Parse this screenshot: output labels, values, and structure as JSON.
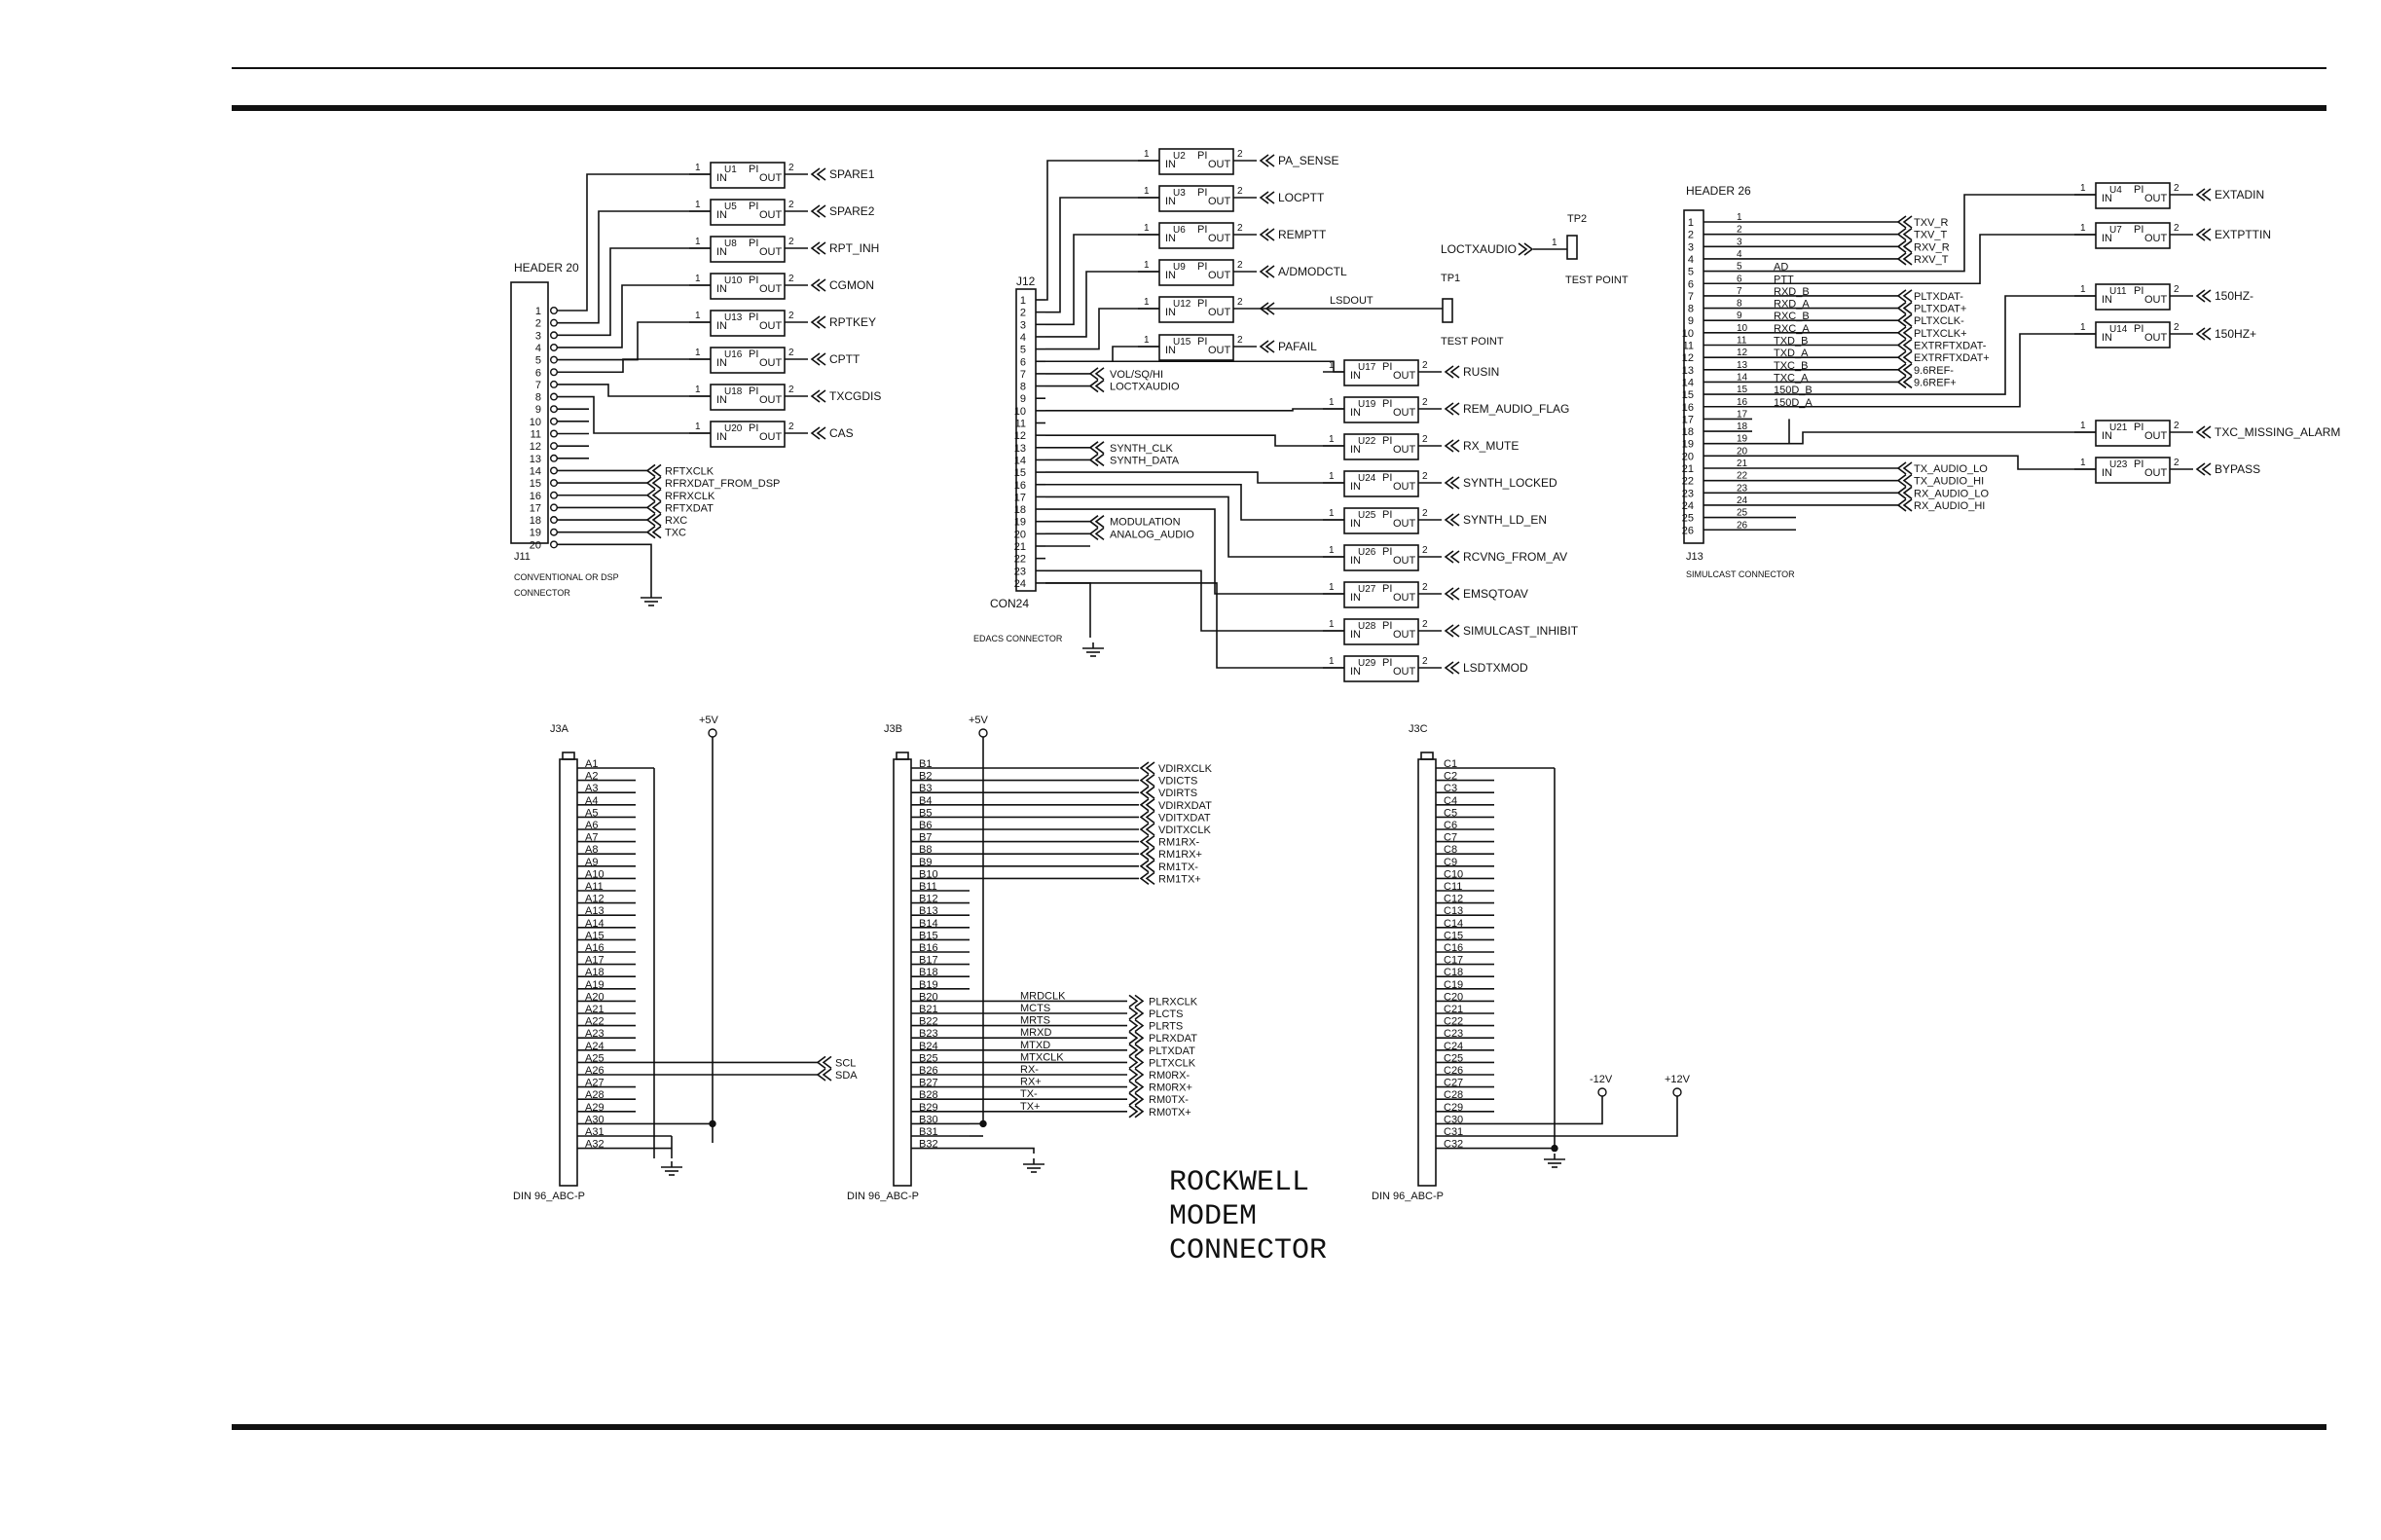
{
  "connectors": {
    "j11": {
      "header": "HEADER 20",
      "ref": "J11",
      "caption1": "CONVENTIONAL OR DSP",
      "caption2": "CONNECTOR",
      "pins": [
        "1",
        "2",
        "3",
        "4",
        "5",
        "6",
        "7",
        "8",
        "9",
        "10",
        "11",
        "12",
        "13",
        "14",
        "15",
        "16",
        "17",
        "18",
        "19",
        "20"
      ],
      "buffers": [
        {
          "ref": "U1",
          "signal": "SPARE1"
        },
        {
          "ref": "U5",
          "signal": "SPARE2"
        },
        {
          "ref": "U8",
          "signal": "RPT_INH"
        },
        {
          "ref": "U10",
          "signal": "CGMON"
        },
        {
          "ref": "U13",
          "signal": "RPTKEY"
        },
        {
          "ref": "U16",
          "signal": "CPTT"
        },
        {
          "ref": "U18",
          "signal": "TXCGDIS"
        },
        {
          "ref": "U20",
          "signal": "CAS"
        }
      ],
      "direct": [
        "RFTXCLK",
        "RFRXDAT_FROM_DSP",
        "RFRXCLK",
        "RFTXDAT",
        "RXC",
        "TXC"
      ]
    },
    "j12": {
      "header": "J12",
      "ref": "CON24",
      "caption": "EDACS CONNECTOR",
      "pins": [
        "1",
        "2",
        "3",
        "4",
        "5",
        "6",
        "7",
        "8",
        "9",
        "10",
        "11",
        "12",
        "13",
        "14",
        "15",
        "16",
        "17",
        "18",
        "19",
        "20",
        "21",
        "22",
        "23",
        "24"
      ],
      "top_buffers": [
        {
          "ref": "U2",
          "signal": "PA_SENSE"
        },
        {
          "ref": "U3",
          "signal": "LOCPTT"
        },
        {
          "ref": "U6",
          "signal": "REMPTT"
        },
        {
          "ref": "U9",
          "signal": "A/DMODCTL"
        },
        {
          "ref": "U12",
          "signal": "LSDOUT"
        },
        {
          "ref": "U15",
          "signal": "PAFAIL"
        }
      ],
      "right_buffers": [
        {
          "ref": "U17",
          "signal": "RUSIN"
        },
        {
          "ref": "U19",
          "signal": "REM_AUDIO_FLAG"
        },
        {
          "ref": "U22",
          "signal": "RX_MUTE"
        },
        {
          "ref": "U24",
          "signal": "SYNTH_LOCKED"
        },
        {
          "ref": "U25",
          "signal": "SYNTH_LD_EN"
        },
        {
          "ref": "U26",
          "signal": "RCVNG_FROM_AV"
        },
        {
          "ref": "U27",
          "signal": "EMSQTOAV"
        },
        {
          "ref": "U28",
          "signal": "SIMULCAST_INHIBIT"
        },
        {
          "ref": "U29",
          "signal": "LSDTXMOD"
        }
      ],
      "direct": [
        {
          "pin": "7",
          "signal": "VOL/SQ/HI"
        },
        {
          "pin": "8",
          "signal": "LOCTXAUDIO"
        },
        {
          "pin": "13",
          "signal": "SYNTH_CLK"
        },
        {
          "pin": "14",
          "signal": "SYNTH_DATA"
        },
        {
          "pin": "19",
          "signal": "MODULATION"
        },
        {
          "pin": "20",
          "signal": "ANALOG_AUDIO"
        }
      ],
      "lsdout_label": "LSDOUT",
      "tp1": "TP1",
      "tp2": "TP2",
      "tp_caption": "TEST POINT",
      "tp2_signal": "LOCTXAUDIO"
    },
    "j13": {
      "header": "HEADER 26",
      "ref": "J13",
      "caption": "SIMULCAST CONNECTOR",
      "pins": [
        "1",
        "2",
        "3",
        "4",
        "5",
        "6",
        "7",
        "8",
        "9",
        "10",
        "11",
        "12",
        "13",
        "14",
        "15",
        "16",
        "17",
        "18",
        "19",
        "20",
        "21",
        "22",
        "23",
        "24",
        "25",
        "26"
      ],
      "pin_labels": [
        "",
        "",
        "",
        "",
        "AD",
        "PTT",
        "RXD_B",
        "RXD_A",
        "RXC_B",
        "RXC_A",
        "TXD_B",
        "TXD_A",
        "TXC_B",
        "TXC_A",
        "150D_B",
        "150D_A",
        "",
        "",
        "",
        "",
        "",
        "",
        "",
        "",
        "",
        ""
      ],
      "signals": [
        "TXV_R",
        "TXV_T",
        "RXV_R",
        "RXV_T",
        "PLTXDAT-",
        "PLTXDAT+",
        "PLTXCLK-",
        "PLTXCLK+",
        "EXTRFTXDAT-",
        "EXTRFTXDAT+",
        "9.6REF-",
        "9.6REF+",
        "TX_AUDIO_LO",
        "TX_AUDIO_HI",
        "RX_AUDIO_LO",
        "RX_AUDIO_HI"
      ],
      "buffers": [
        {
          "ref": "U4",
          "signal": "EXTADIN"
        },
        {
          "ref": "U7",
          "signal": "EXTPTTIN"
        },
        {
          "ref": "U11",
          "signal": "150HZ-"
        },
        {
          "ref": "U14",
          "signal": "150HZ+"
        },
        {
          "ref": "U21",
          "signal": "TXC_MISSING_ALARM"
        },
        {
          "ref": "U23",
          "signal": "BYPASS"
        }
      ]
    },
    "j3a": {
      "ref": "J3A",
      "part": "DIN 96_ABC-P",
      "power": "+5V",
      "signals": [
        "SCL",
        "SDA"
      ],
      "pins": [
        "A1",
        "A2",
        "A3",
        "A4",
        "A5",
        "A6",
        "A7",
        "A8",
        "A9",
        "A10",
        "A11",
        "A12",
        "A13",
        "A14",
        "A15",
        "A16",
        "A17",
        "A18",
        "A19",
        "A20",
        "A21",
        "A22",
        "A23",
        "A24",
        "A25",
        "A26",
        "A27",
        "A28",
        "A29",
        "A30",
        "A31",
        "A32"
      ]
    },
    "j3b": {
      "ref": "J3B",
      "part": "DIN 96_ABC-P",
      "power": "+5V",
      "pins": [
        "B1",
        "B2",
        "B3",
        "B4",
        "B5",
        "B6",
        "B7",
        "B8",
        "B9",
        "B10",
        "B11",
        "B12",
        "B13",
        "B14",
        "B15",
        "B16",
        "B17",
        "B18",
        "B19",
        "B20",
        "B21",
        "B22",
        "B23",
        "B24",
        "B25",
        "B26",
        "B27",
        "B28",
        "B29",
        "B30",
        "B31",
        "B32"
      ],
      "top_signals": [
        "VDIRXCLK",
        "VDICTS",
        "VDIRTS",
        "VDIRXDAT",
        "VDITXDAT",
        "VDITXCLK",
        "RM1RX-",
        "RM1RX+",
        "RM1TX-",
        "RM1TX+"
      ],
      "net_labels": [
        "MRDCLK",
        "MCTS",
        "MRTS",
        "MRXD",
        "MTXD",
        "MTXCLK",
        "RX-",
        "RX+",
        "TX-",
        "TX+"
      ],
      "bottom_signals": [
        "PLRXCLK",
        "PLCTS",
        "PLRTS",
        "PLRXDAT",
        "PLTXDAT",
        "PLTXCLK",
        "RM0RX-",
        "RM0RX+",
        "RM0TX-",
        "RM0TX+"
      ]
    },
    "j3c": {
      "ref": "J3C",
      "part": "DIN 96_ABC-P",
      "neg": "-12V",
      "pos": "+12V",
      "pins": [
        "C1",
        "C2",
        "C3",
        "C4",
        "C5",
        "C6",
        "C7",
        "C8",
        "C9",
        "C10",
        "C11",
        "C12",
        "C13",
        "C14",
        "C15",
        "C16",
        "C17",
        "C18",
        "C19",
        "C20",
        "C21",
        "C22",
        "C23",
        "C24",
        "C25",
        "C26",
        "C27",
        "C28",
        "C29",
        "C30",
        "C31",
        "C32"
      ]
    }
  },
  "buffer_text": {
    "in": "IN",
    "pi": "PI",
    "out": "OUT",
    "pin_in": "1",
    "pin_out": "2"
  },
  "title": [
    "ROCKWELL",
    "MODEM",
    "CONNECTOR"
  ]
}
